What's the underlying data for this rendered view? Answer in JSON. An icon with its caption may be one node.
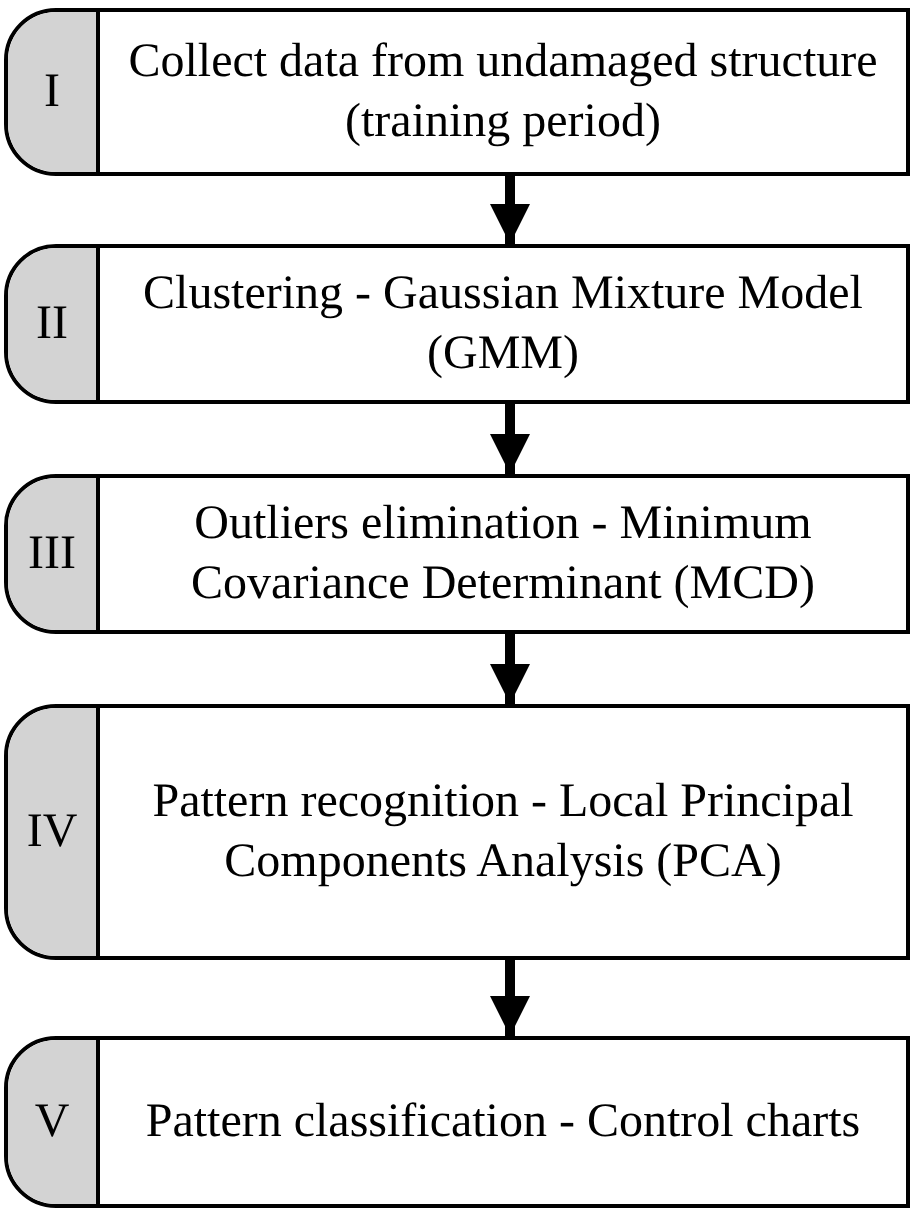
{
  "diagram": {
    "nodes": [
      {
        "text": [
          "I",
          "Collect data from undamaged structure (training period)"
        ]
      },
      {
        "text": [
          "II",
          "Clustering - Gaussian Mixture Model (GMM)"
        ]
      },
      {
        "text": [
          "III",
          "Outliers elimination - Minimum Covariance Determinant (MCD)"
        ]
      },
      {
        "text": [
          "IV",
          "Pattern recognition - Local Principal Components Analysis (PCA)"
        ]
      },
      {
        "text": [
          "V",
          "Pattern classification - Control charts"
        ]
      }
    ],
    "edges": [
      {
        "from": 0,
        "to": 1,
        "arrow": "to"
      },
      {
        "from": 1,
        "to": 2,
        "arrow": "to"
      },
      {
        "from": 2,
        "to": 3,
        "arrow": "to"
      },
      {
        "from": 3,
        "to": 4,
        "arrow": "to"
      }
    ]
  }
}
